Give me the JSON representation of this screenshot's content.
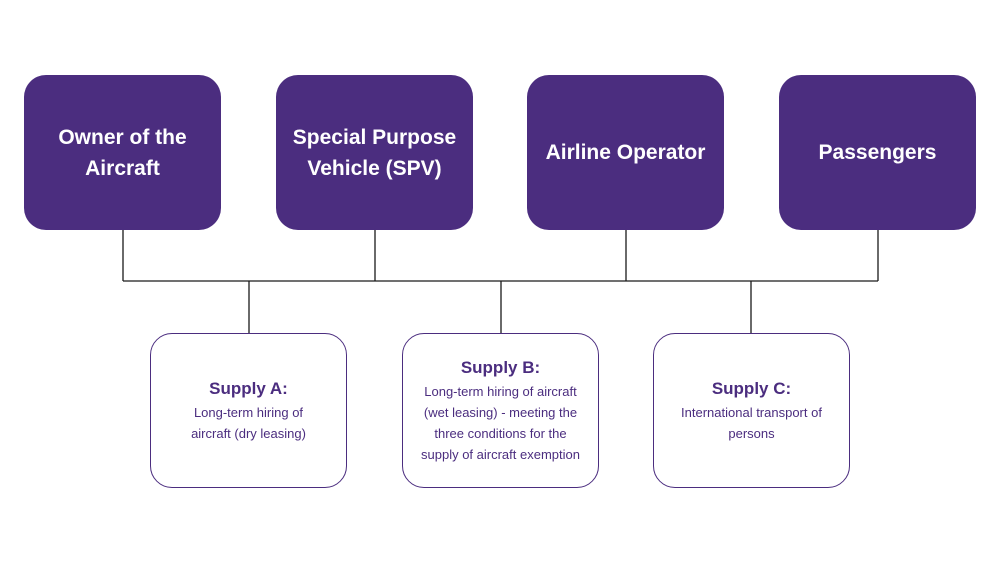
{
  "diagram": {
    "parties": [
      {
        "label": "Owner of the Aircraft"
      },
      {
        "label": "Special Purpose Vehicle (SPV)"
      },
      {
        "label": "Airline Operator"
      },
      {
        "label": "Passengers"
      }
    ],
    "supplies": [
      {
        "title": "Supply A:",
        "description": "Long-term hiring of aircraft (dry leasing)"
      },
      {
        "title": "Supply B:",
        "description": "Long-term hiring of aircraft (wet leasing) - meeting the three conditions for the supply of aircraft exemption"
      },
      {
        "title": "Supply C:",
        "description": "International transport of persons"
      }
    ],
    "colors": {
      "primary": "#4b2d7f",
      "connector": "#1a1a1a",
      "background": "#ffffff"
    }
  }
}
